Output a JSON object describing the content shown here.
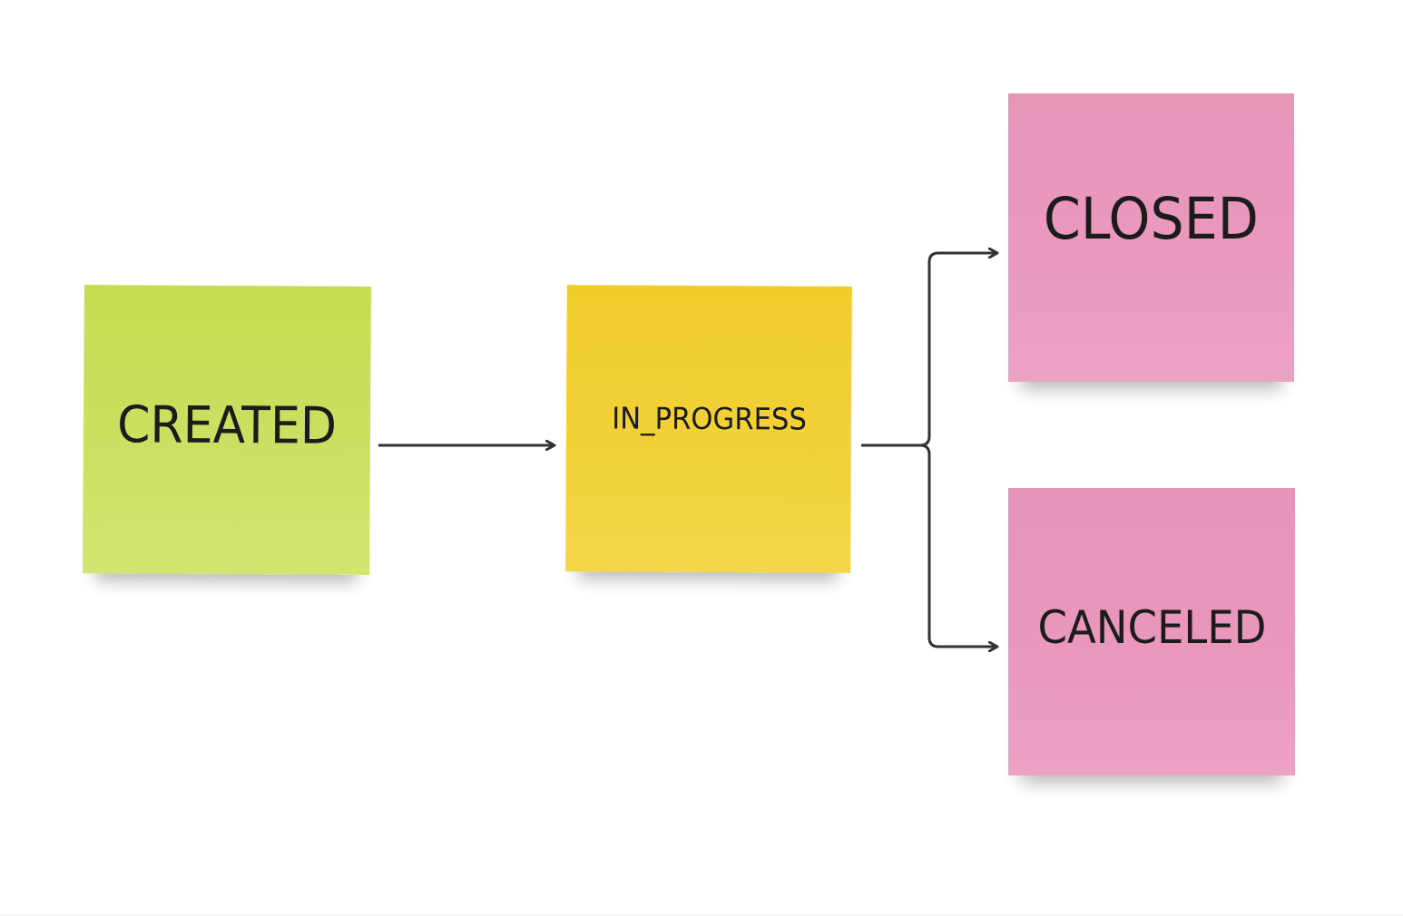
{
  "diagram": {
    "nodes": [
      {
        "id": "created",
        "label": "CREATED",
        "color": "#c9de58"
      },
      {
        "id": "in_progress",
        "label": "IN_PROGRESS",
        "color": "#f2d034"
      },
      {
        "id": "closed",
        "label": "CLOSED",
        "color": "#ea97bb"
      },
      {
        "id": "canceled",
        "label": "CANCELED",
        "color": "#ea97bb"
      }
    ],
    "edges": [
      {
        "from": "created",
        "to": "in_progress"
      },
      {
        "from": "in_progress",
        "to": "closed"
      },
      {
        "from": "in_progress",
        "to": "canceled"
      }
    ],
    "connector_color": "#333333"
  }
}
